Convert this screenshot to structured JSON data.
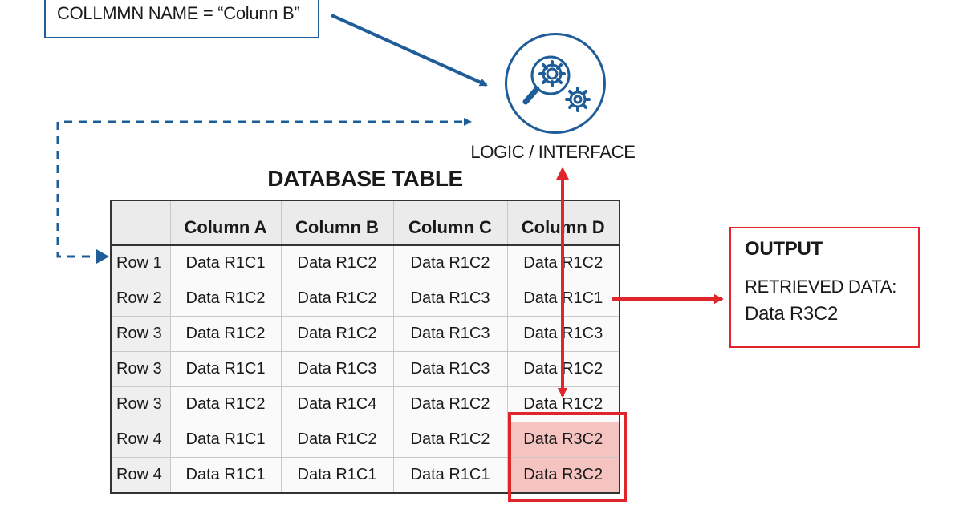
{
  "query": {
    "text": "COLLMMN NAME = “Colunn B”"
  },
  "logic": {
    "label": "LOGIC / INTERFACE",
    "icon": "magnifier-gears-icon"
  },
  "table": {
    "title": "DATABASE TABLE",
    "columns": [
      "",
      "Column A",
      "Column B",
      "Column C",
      "Column D"
    ],
    "rows": [
      {
        "label": "Row 1",
        "cells": [
          "Data R1C1",
          "Data R1C2",
          "Data R1C2",
          "Data R1C2"
        ]
      },
      {
        "label": "Row 2",
        "cells": [
          "Data R1C2",
          "Data R1C2",
          "Data R1C3",
          "Data R1C1"
        ]
      },
      {
        "label": "Row 3",
        "cells": [
          "Data R1C2",
          "Data R1C2",
          "Data R1C3",
          "Data R1C3"
        ]
      },
      {
        "label": "Row 3",
        "cells": [
          "Data R1C1",
          "Data R1C3",
          "Data R1C3",
          "Data R1C2"
        ]
      },
      {
        "label": "Row 3",
        "cells": [
          "Data R1C2",
          "Data R1C4",
          "Data R1C2",
          "Data R1C2"
        ]
      },
      {
        "label": "Row 4",
        "cells": [
          "Data R1C1",
          "Data R1C2",
          "Data R1C2",
          "Data R3C2"
        ]
      },
      {
        "label": "Row 4",
        "cells": [
          "Data R1C1",
          "Data R1C1",
          "Data R1C1",
          "Data R3C2"
        ]
      }
    ]
  },
  "output": {
    "title": "OUTPUT",
    "label": "RETRIEVED DATA:",
    "value": "Data R3C2"
  },
  "colors": {
    "blue": "#1f5d99",
    "red": "#e0262b",
    "highlight_fill": "#f6c4c0"
  }
}
